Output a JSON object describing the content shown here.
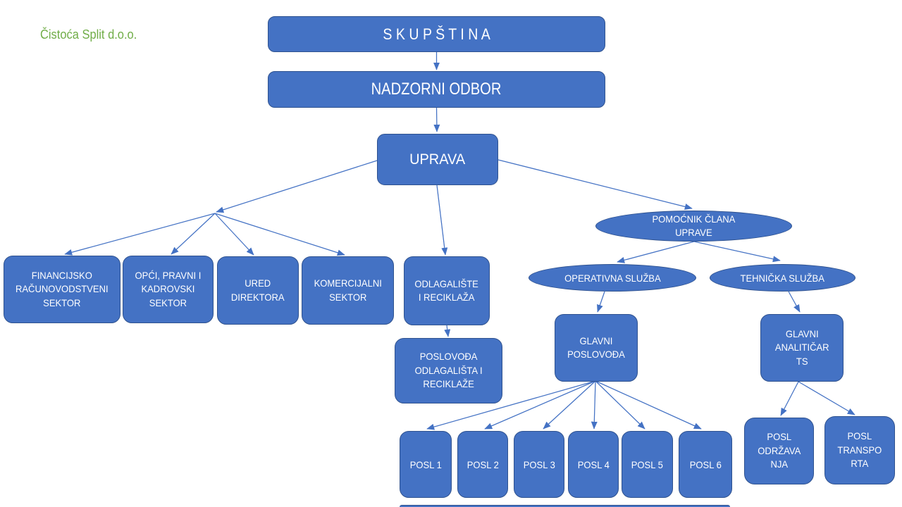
{
  "title": {
    "text": "Čistoća Split d.o.o."
  },
  "colors": {
    "node_fill": "#4472C4",
    "node_border": "#2F528F",
    "connector": "#4472C4",
    "title_text": "#70AD47",
    "node_text": "#FFFFFF",
    "background": "#FFFFFF"
  },
  "nodes": {
    "skupstina": {
      "label": "S K U P Š T I N A",
      "shape": "rounded-rect"
    },
    "nadzorni_odbor": {
      "label": "NADZORNI ODBOR",
      "shape": "rounded-rect"
    },
    "uprava": {
      "label": "UPRAVA",
      "shape": "rounded-rect"
    },
    "financijsko_sektor": {
      "label": "FINANCIJSKO\nRAČUNOVODSTVENI\nSEKTOR",
      "shape": "rounded-rect"
    },
    "opci_sektor": {
      "label": "OPĆI, PRAVNI I\nKADROVSKI\nSEKTOR",
      "shape": "rounded-rect"
    },
    "ured_direktora": {
      "label": "URED\nDIREKTORA",
      "shape": "rounded-rect"
    },
    "komercijalni_sektor": {
      "label": "KOMERCIJALNI\nSEKTOR",
      "shape": "rounded-rect"
    },
    "odlagaliste": {
      "label": "ODLAGALIŠTE\nI RECIKLAŽA",
      "shape": "rounded-rect"
    },
    "poslovodja_odlagalista": {
      "label": "POSLOVOĐA\nODLAGALIŠTA I\nRECIKLAŽE",
      "shape": "rounded-rect"
    },
    "pomocnik_clana_uprave": {
      "label": "POMOĆNIK ČLANA\nUPRAVE",
      "shape": "ellipse"
    },
    "operativna_sluzba": {
      "label": "OPERATIVNA SLUŽBA",
      "shape": "ellipse"
    },
    "tehnicka_sluzba": {
      "label": "TEHNIČKA SLUŽBA",
      "shape": "ellipse"
    },
    "glavni_poslovodja": {
      "label": "GLAVNI\nPOSLOVOĐA",
      "shape": "rounded-rect"
    },
    "glavni_analiticar_ts": {
      "label": "GLAVNI\nANALITIČAR\nTS",
      "shape": "rounded-rect"
    },
    "posl_1": {
      "label": "POSL 1",
      "shape": "rounded-rect"
    },
    "posl_2": {
      "label": "POSL 2",
      "shape": "rounded-rect"
    },
    "posl_3": {
      "label": "POSL 3",
      "shape": "rounded-rect"
    },
    "posl_4": {
      "label": "POSL 4",
      "shape": "rounded-rect"
    },
    "posl_5": {
      "label": "POSL 5",
      "shape": "rounded-rect"
    },
    "posl_6": {
      "label": "POSL 6",
      "shape": "rounded-rect"
    },
    "posl_odrzavanja": {
      "label": "POSL\nODRŽAVA\nNJA",
      "shape": "rounded-rect"
    },
    "posl_transporta": {
      "label": "POSL\nTRANSPO\nRTA",
      "shape": "rounded-rect"
    }
  }
}
